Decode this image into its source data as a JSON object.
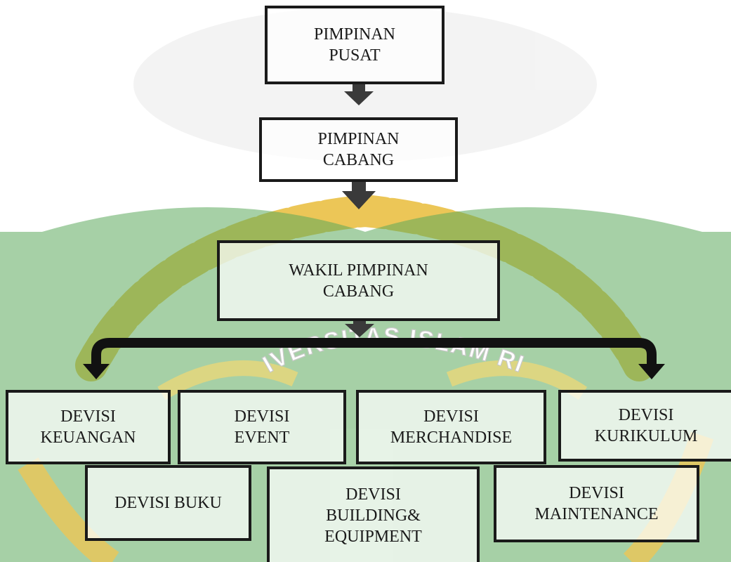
{
  "watermark": {
    "arc_text": "UNIVERSITAS ISLAM RIAU"
  },
  "colors": {
    "box_border": "#1a1a1a",
    "arrow": "#3a3a3a",
    "seal_green": "#2e8b2e",
    "seal_gold": "#e8b81f",
    "background": "#ffffff"
  },
  "nodes": {
    "pimpinan_pusat": {
      "line1": "PIMPINAN",
      "line2": "PUSAT"
    },
    "pimpinan_cabang": {
      "line1": "PIMPINAN",
      "line2": "CABANG"
    },
    "wakil_pimpinan_cabang": {
      "line1": "WAKIL PIMPINAN",
      "line2": "CABANG"
    },
    "devisi_keuangan": {
      "line1": "DEVISI",
      "line2": "KEUANGAN"
    },
    "devisi_event": {
      "line1": "DEVISI",
      "line2": "EVENT"
    },
    "devisi_merchandise": {
      "line1": "DEVISI",
      "line2": "MERCHANDISE"
    },
    "devisi_kurikulum": {
      "line1": "DEVISI",
      "line2": "KURIKULUM"
    },
    "devisi_buku": {
      "line1": "DEVISI BUKU"
    },
    "devisi_building_equipment": {
      "line1": "DEVISI",
      "line2": "BUILDING&",
      "line3": "EQUIPMENT"
    },
    "devisi_maintenance": {
      "line1": "DEVISI",
      "line2": "MAINTENANCE"
    }
  },
  "edges": [
    {
      "from": "pimpinan_pusat",
      "to": "pimpinan_cabang",
      "style": "block-arrow"
    },
    {
      "from": "pimpinan_cabang",
      "to": "wakil_pimpinan_cabang",
      "style": "block-arrow"
    },
    {
      "from": "wakil_pimpinan_cabang",
      "to": "devisi_keuangan",
      "style": "curved-arrow"
    },
    {
      "from": "wakil_pimpinan_cabang",
      "to": "devisi_kurikulum",
      "style": "curved-arrow"
    }
  ]
}
